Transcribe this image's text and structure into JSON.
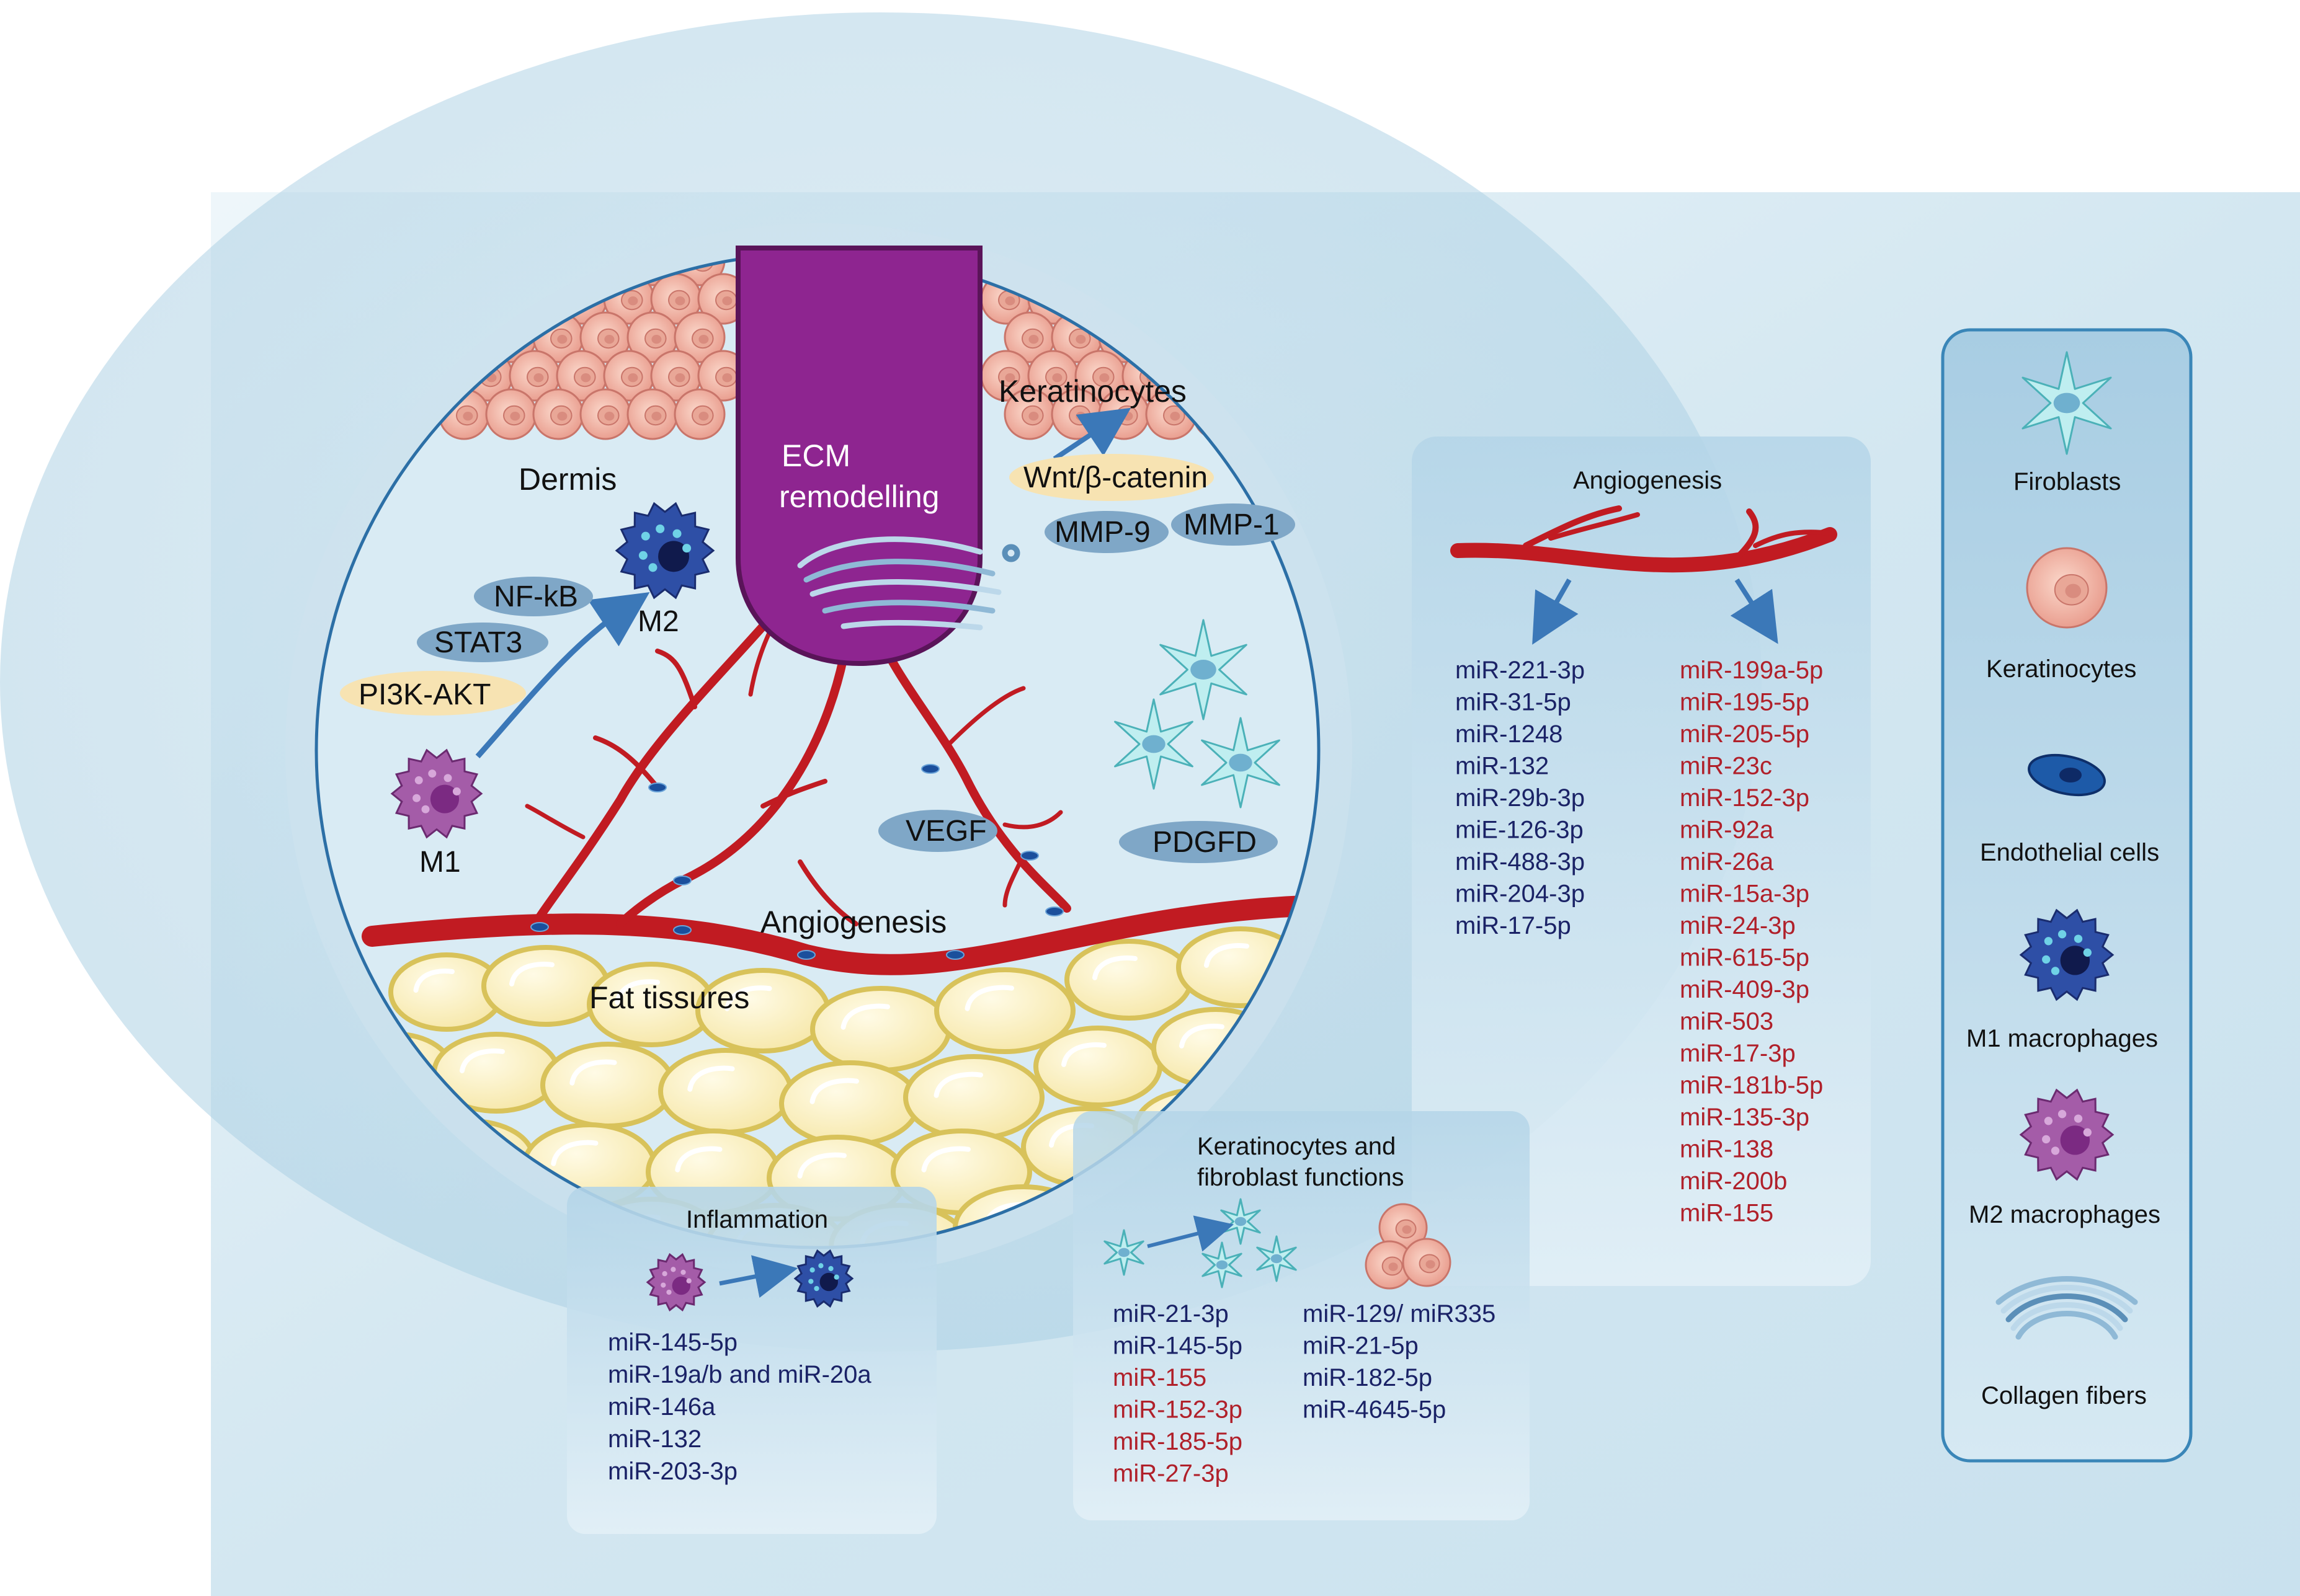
{
  "circle": {
    "keratinocytes_label": "Keratinocytes",
    "dermis_label": "Dermis",
    "ecm_line1": "ECM",
    "ecm_line2": "remodelling",
    "wnt_label": "Wnt/β-catenin",
    "mmp9_label": "MMP-9",
    "mmp1_label": "MMP-1",
    "nfkb_label": "NF-kB",
    "stat3_label": "STAT3",
    "pi3k_label": "PI3K-AKT",
    "m2_label": "M2",
    "m1_label": "M1",
    "vegf_label": "VEGF",
    "pdgfd_label": "PDGFD",
    "angiogenesis_label": "Angiogenesis",
    "fat_label": "Fat tissures"
  },
  "angio_panel": {
    "title": "Angiogenesis",
    "left_mirs": [
      "miR-221-3p",
      "miR-31-5p",
      "miR-1248",
      "miR-132",
      "miR-29b-3p",
      "miE-126-3p",
      "miR-488-3p",
      "miR-204-3p",
      "miR-17-5p"
    ],
    "right_mirs": [
      "miR-199a-5p",
      "miR-195-5p",
      "miR-205-5p",
      "miR-23c",
      "miR-152-3p",
      "miR-92a",
      "miR-26a",
      "miR-15a-3p",
      "miR-24-3p",
      "miR-615-5p",
      "miR-409-3p",
      "miR-503",
      "miR-17-3p",
      "miR-181b-5p",
      "miR-135-3p",
      "miR-138",
      "miR-200b",
      "miR-155"
    ]
  },
  "inflam_panel": {
    "title": "Inflammation",
    "mirs": [
      "miR-145-5p",
      "miR-19a/b and miR-20a",
      "miR-146a",
      "miR-132",
      "miR-203-3p"
    ]
  },
  "kf_panel": {
    "title_line1": "Keratinocytes and",
    "title_line2": "fibroblast functions",
    "left_mirs": [
      {
        "text": "miR-21-3p",
        "tone": "blue"
      },
      {
        "text": "miR-145-5p",
        "tone": "blue"
      },
      {
        "text": "miR-155",
        "tone": "red"
      },
      {
        "text": "miR-152-3p",
        "tone": "red"
      },
      {
        "text": "miR-185-5p",
        "tone": "red"
      },
      {
        "text": "miR-27-3p",
        "tone": "red"
      }
    ],
    "right_mirs": [
      "miR-129/ miR335",
      "miR-21-5p",
      "miR-182-5p",
      "miR-4645-5p"
    ]
  },
  "legend": {
    "items": [
      {
        "icon": "fibroblast-icon",
        "label": "Firoblasts"
      },
      {
        "icon": "keratinocyte-icon",
        "label": "Keratinocytes"
      },
      {
        "icon": "endothelial-cell-icon",
        "label": "Endothelial cells"
      },
      {
        "icon": "m1-macrophage-icon",
        "label": "M1 macrophages"
      },
      {
        "icon": "m2-macrophage-icon",
        "label": "M2 macrophages"
      },
      {
        "icon": "collagen-fiber-icon",
        "label": "Collagen fibers"
      }
    ]
  },
  "colors": {
    "text_blue": "#1a2266",
    "text_red": "#b0202a",
    "vessel_red": "#c11b22",
    "ecm_purple": "#8e2590",
    "bg_blue": "#d4e8f2",
    "panel_blue": "#b8d8ea"
  }
}
